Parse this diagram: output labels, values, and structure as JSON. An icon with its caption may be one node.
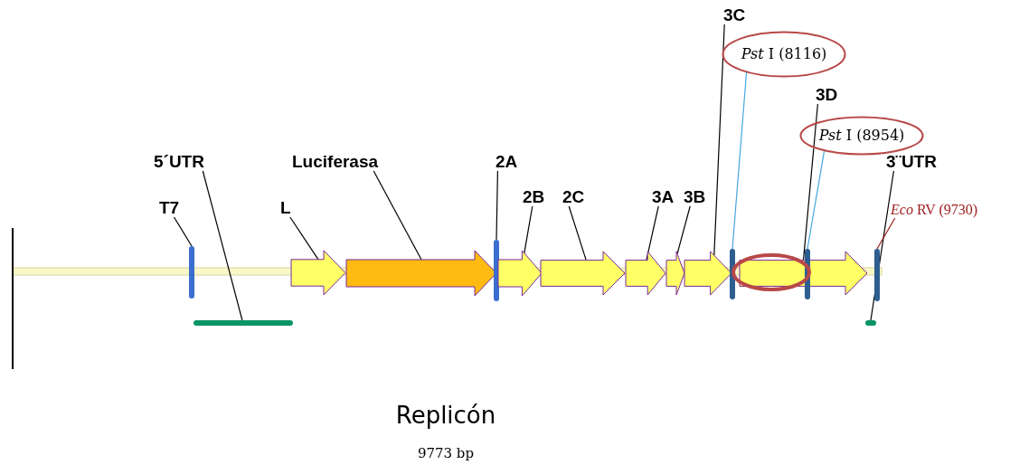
{
  "diagram": {
    "nodes": [
      {
        "text": [
          "T7"
        ]
      },
      {
        "text": [],
        "shape": "bar"
      },
      {
        "text": [
          "5´UTR"
        ]
      },
      {
        "text": [],
        "shape": "bar"
      },
      {
        "text": [
          "L"
        ]
      },
      {
        "text": [],
        "shape": "arrow"
      },
      {
        "text": [
          "Luciferasa"
        ]
      },
      {
        "text": [],
        "shape": "arrow"
      },
      {
        "text": [
          "2A"
        ]
      },
      {
        "text": [],
        "shape": "bar"
      },
      {
        "text": [
          "2B"
        ]
      },
      {
        "text": [],
        "shape": "arrow"
      },
      {
        "text": [
          "2C"
        ]
      },
      {
        "text": [],
        "shape": "arrow"
      },
      {
        "text": [
          "3A"
        ]
      },
      {
        "text": [],
        "shape": "arrow"
      },
      {
        "text": [
          "3B"
        ]
      },
      {
        "text": [],
        "shape": "arrow"
      },
      {
        "text": [
          "3C"
        ]
      },
      {
        "text": [],
        "shape": "arrow"
      },
      {
        "text": [
          "*Pst* I (8116)"
        ]
      },
      {
        "text": [],
        "shape": "bar"
      },
      {
        "text": [
          "3D"
        ]
      },
      {
        "text": [],
        "shape": "arrow"
      },
      {
        "text": [
          "*Pst* I (8954)"
        ]
      },
      {
        "text": [],
        "shape": "bar"
      },
      {
        "text": [
          "3¨UTR"
        ]
      },
      {
        "text": [],
        "shape": "bar"
      },
      {
        "text": [
          "*Eco* RV (9730)"
        ]
      },
      {
        "text": [],
        "shape": "bar"
      }
    ],
    "edges": [
      {
        "from": 0,
        "to": 1,
        "arrow": "none"
      },
      {
        "from": 2,
        "to": 3,
        "arrow": "none"
      },
      {
        "from": 4,
        "to": 5,
        "arrow": "none"
      },
      {
        "from": 6,
        "to": 7,
        "arrow": "none"
      },
      {
        "from": 8,
        "to": 9,
        "arrow": "none"
      },
      {
        "from": 10,
        "to": 11,
        "arrow": "none"
      },
      {
        "from": 12,
        "to": 13,
        "arrow": "none"
      },
      {
        "from": 14,
        "to": 15,
        "arrow": "none"
      },
      {
        "from": 16,
        "to": 17,
        "arrow": "none"
      },
      {
        "from": 18,
        "to": 19,
        "arrow": "none"
      },
      {
        "from": 20,
        "to": 21,
        "arrow": "none",
        "color": "#44a8e0"
      },
      {
        "from": 22,
        "to": 23,
        "arrow": "none"
      },
      {
        "from": 24,
        "to": 25,
        "arrow": "none",
        "color": "#44a8e0"
      },
      {
        "from": 26,
        "to": 27,
        "arrow": "none"
      },
      {
        "from": 28,
        "to": 29,
        "arrow": "none",
        "color": "#a02020"
      }
    ],
    "labels": [
      "Replicón",
      "9773 bp"
    ]
  }
}
